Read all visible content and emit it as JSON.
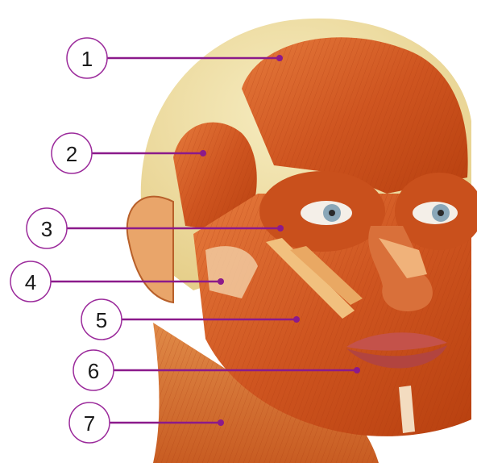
{
  "diagram": {
    "subject": "facial-muscles",
    "colors": {
      "line": "#8b1a8b",
      "circle_stroke": "#9b2a9b",
      "muscle_dark": "#b83a12",
      "muscle_mid": "#d8612a",
      "muscle_light": "#ef9a5c",
      "skull": "#efe2a8",
      "skin": "#e9a56a",
      "eye_iris": "#8aa7b8"
    },
    "labels": [
      {
        "number": "1"
      },
      {
        "number": "2"
      },
      {
        "number": "3"
      },
      {
        "number": "4"
      },
      {
        "number": "5"
      },
      {
        "number": "6"
      },
      {
        "number": "7"
      }
    ]
  }
}
